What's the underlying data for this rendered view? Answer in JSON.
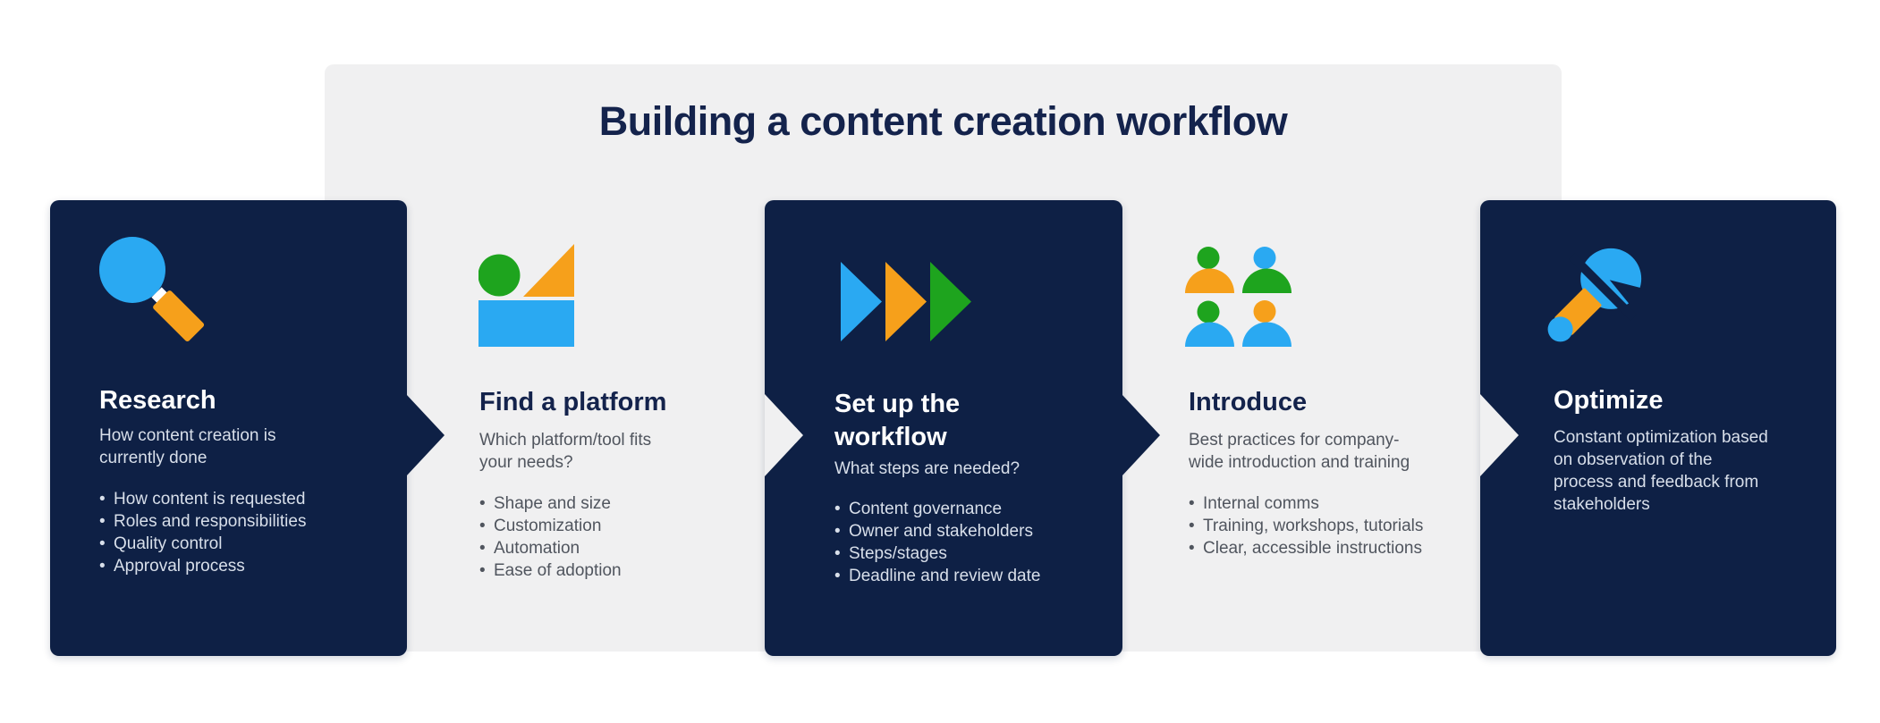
{
  "title": "Building a content creation workflow",
  "bullet_char": "•",
  "colors": {
    "navy": "#0E2045",
    "panel_gray": "#F0F0F1",
    "blue": "#2AA9F2",
    "orange": "#F6A01B",
    "green": "#1EA41E",
    "white": "#FFFFFF",
    "title_text": "#14234C",
    "body_on_navy": "#D8DFEA",
    "body_on_gray": "#50555E"
  },
  "steps": [
    {
      "title": "Research",
      "icon": "magnifier-icon",
      "background": "navy-card",
      "description": "How content creation is\ncurrently done",
      "bullets": [
        "How content is requested",
        "Roles and responsibilities",
        "Quality control",
        "Approval process"
      ]
    },
    {
      "title": "Find a platform",
      "icon": "shapes-icon",
      "background": "gray-panel",
      "description": "Which platform/tool fits\nyour needs?",
      "bullets": [
        "Shape and size",
        "Customization",
        "Automation",
        "Ease of adoption"
      ]
    },
    {
      "title": "Set up the\nworkflow",
      "icon": "fast-forward-icon",
      "background": "navy-card",
      "description": "What steps are needed?",
      "bullets": [
        "Content governance",
        "Owner and stakeholders",
        "Steps/stages",
        "Deadline and review date"
      ]
    },
    {
      "title": "Introduce",
      "icon": "people-icon",
      "background": "gray-panel",
      "description": "Best practices for company-\nwide introduction and training",
      "bullets": [
        "Internal comms",
        "Training, workshops, tutorials",
        "Clear, accessible instructions"
      ]
    },
    {
      "title": "Optimize",
      "icon": "wrench-icon",
      "background": "navy-card",
      "description": "Constant optimization based\non observation of the\nprocess and feedback from\nstakeholders",
      "bullets": []
    }
  ]
}
